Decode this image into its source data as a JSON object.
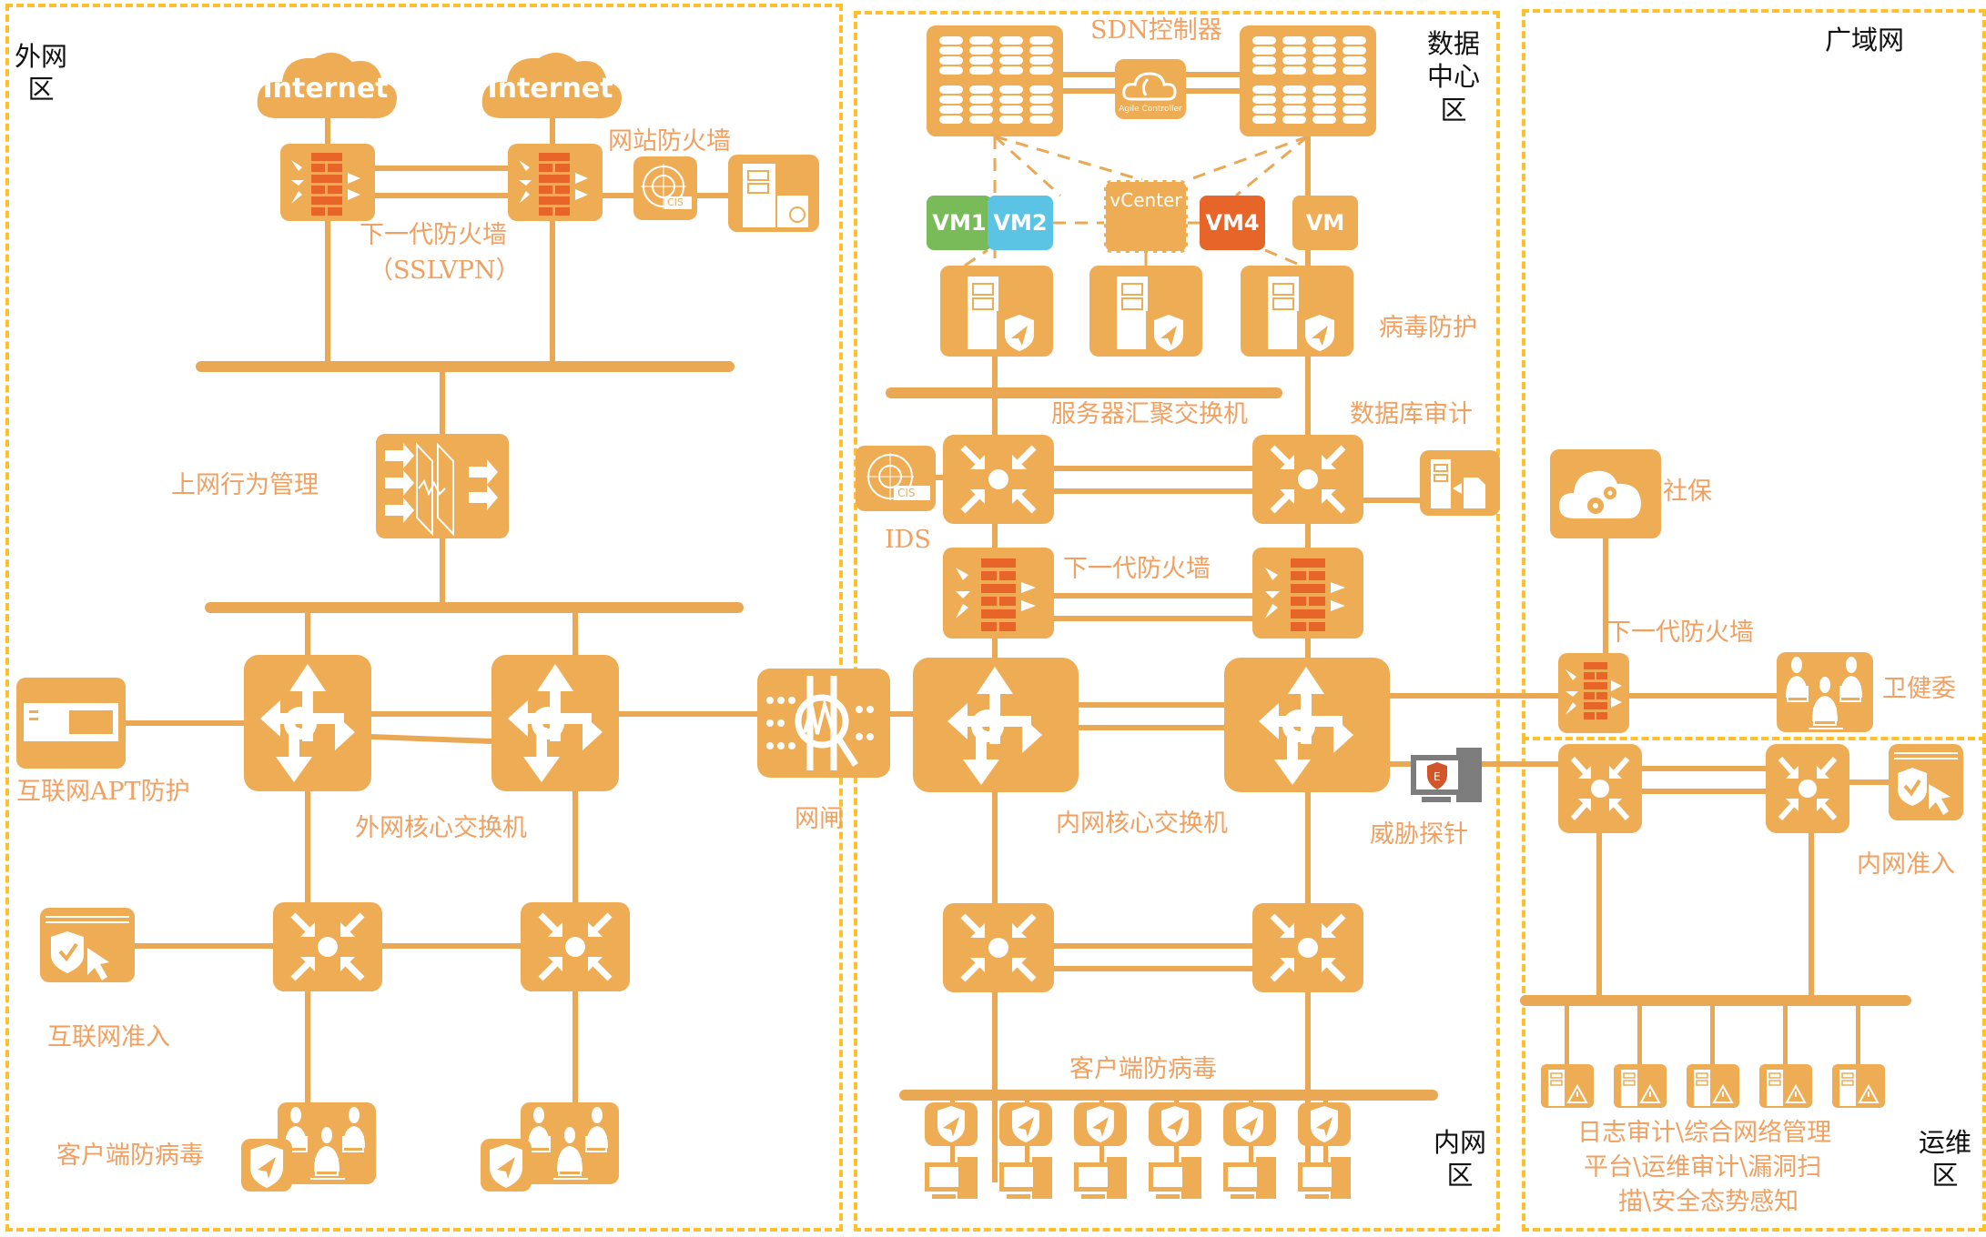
{
  "colors": {
    "device": "#eeac55",
    "line": "#eaa854",
    "firewall_brick": "#e8652a",
    "zone_border": "#ffc02b",
    "label": "#f0a060",
    "zone_label": "#111111",
    "vm1": "#79bb59",
    "vm2": "#5bc3e4",
    "vm4": "#e8652a",
    "probe_gray": "#7d7d7d"
  },
  "zones": {
    "outer": "外网\n区",
    "datacenter": "数据\n中心\n区",
    "wan": "广域网",
    "inner": "内网\n区",
    "ops": "运维\n区"
  },
  "outer": {
    "internet_1": "Internet",
    "internet_2": "Internet",
    "ngfw_label_line1": "下一代防火墙",
    "ngfw_label_line2": "（SSLVPN）",
    "waf_label": "网站防火墙",
    "waf_cis": "CIS",
    "behavior_mgmt": "上网行为管理",
    "apt": "互联网APT防护",
    "core_switch": "外网核心交换机",
    "gateway": "网闸",
    "internet_access": "互联网准入",
    "client_av": "客户端防病毒"
  },
  "datacenter": {
    "sdn": "SDN控制器",
    "agile": "Agile Controller",
    "vms": [
      "VM1",
      "VM2",
      "vCenter",
      "VM4",
      "VM"
    ],
    "av": "病毒防护",
    "server_agg": "服务器汇聚交换机",
    "db_audit": "数据库审计",
    "ids": "IDS",
    "ids_cis": "CIS",
    "ngfw": "下一代防火墙"
  },
  "inner": {
    "core_switch": "内网核心交换机",
    "threat_probe": "威胁探针",
    "client_av": "客户端防病毒",
    "client_count": 6
  },
  "wan": {
    "social_security": "社保",
    "ngfw": "下一代防火墙",
    "health_commission": "卫健委"
  },
  "ops": {
    "intranet_access": "内网准入",
    "tools_line1": "日志审计\\综合网络管理",
    "tools_line2": "平台\\运维审计\\漏洞扫",
    "tools_line3": "描\\安全态势感知",
    "server_count": 5
  }
}
